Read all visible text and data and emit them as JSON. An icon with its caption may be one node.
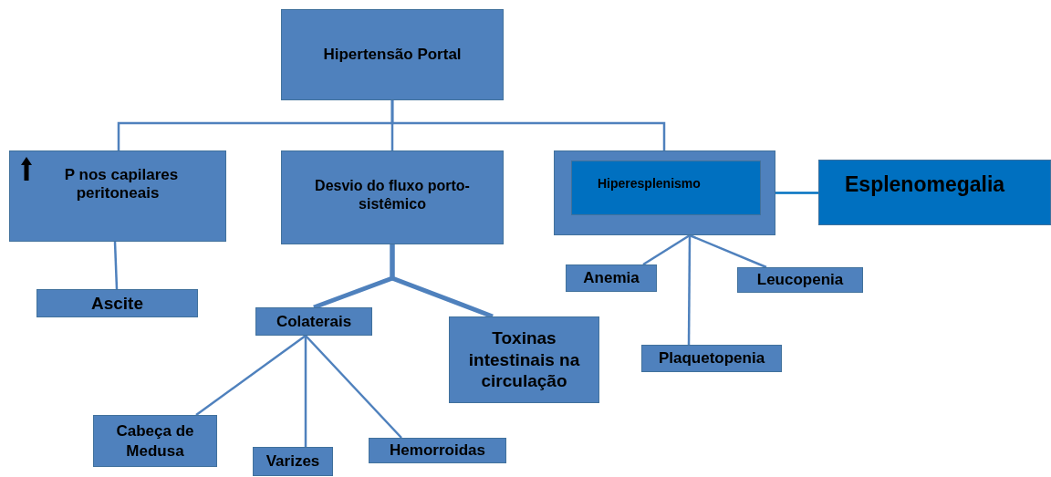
{
  "diagram": {
    "nodes": [
      {
        "text": [
          "Hipertensão Portal"
        ]
      },
      {
        "text": [
          "P nos capilares peritoneais"
        ]
      },
      {
        "text": [
          "Desvio do fluxo porto-sistêmico"
        ]
      },
      {
        "text": [],
        "shape": "box"
      },
      {
        "text": [
          "Hiperesplenismo"
        ],
        "in": 3
      },
      {
        "text": [
          "Esplenomegalia"
        ]
      },
      {
        "text": [
          "Ascite"
        ]
      },
      {
        "text": [
          "Colaterais"
        ]
      },
      {
        "text": [
          "Toxinas intestinais na circulação"
        ]
      },
      {
        "text": [
          "Anemia"
        ]
      },
      {
        "text": [
          "Leucopenia"
        ]
      },
      {
        "text": [
          "Plaquetopenia"
        ]
      },
      {
        "text": [
          "Cabeça de Medusa"
        ]
      },
      {
        "text": [
          "Varizes"
        ]
      },
      {
        "text": [
          "Hemorroidas"
        ]
      }
    ],
    "edges": [
      {
        "from": 0,
        "to": 1,
        "arrow": "none"
      },
      {
        "from": 0,
        "to": 2,
        "arrow": "none"
      },
      {
        "from": 0,
        "to": 3,
        "arrow": "none"
      },
      {
        "from": 1,
        "to": 6,
        "arrow": "none"
      },
      {
        "from": 2,
        "to": 7,
        "arrow": "none",
        "style": "thick"
      },
      {
        "from": 2,
        "to": 8,
        "arrow": "none",
        "style": "thick"
      },
      {
        "from": 3,
        "to": 5,
        "arrow": "none",
        "color": "#0070c0"
      },
      {
        "from": 3,
        "to": 9,
        "arrow": "none"
      },
      {
        "from": 3,
        "to": 10,
        "arrow": "none"
      },
      {
        "from": 3,
        "to": 11,
        "arrow": "none"
      },
      {
        "from": 7,
        "to": 12,
        "arrow": "none"
      },
      {
        "from": 7,
        "to": 13,
        "arrow": "none"
      },
      {
        "from": 7,
        "to": 14,
        "arrow": "none"
      }
    ]
  }
}
